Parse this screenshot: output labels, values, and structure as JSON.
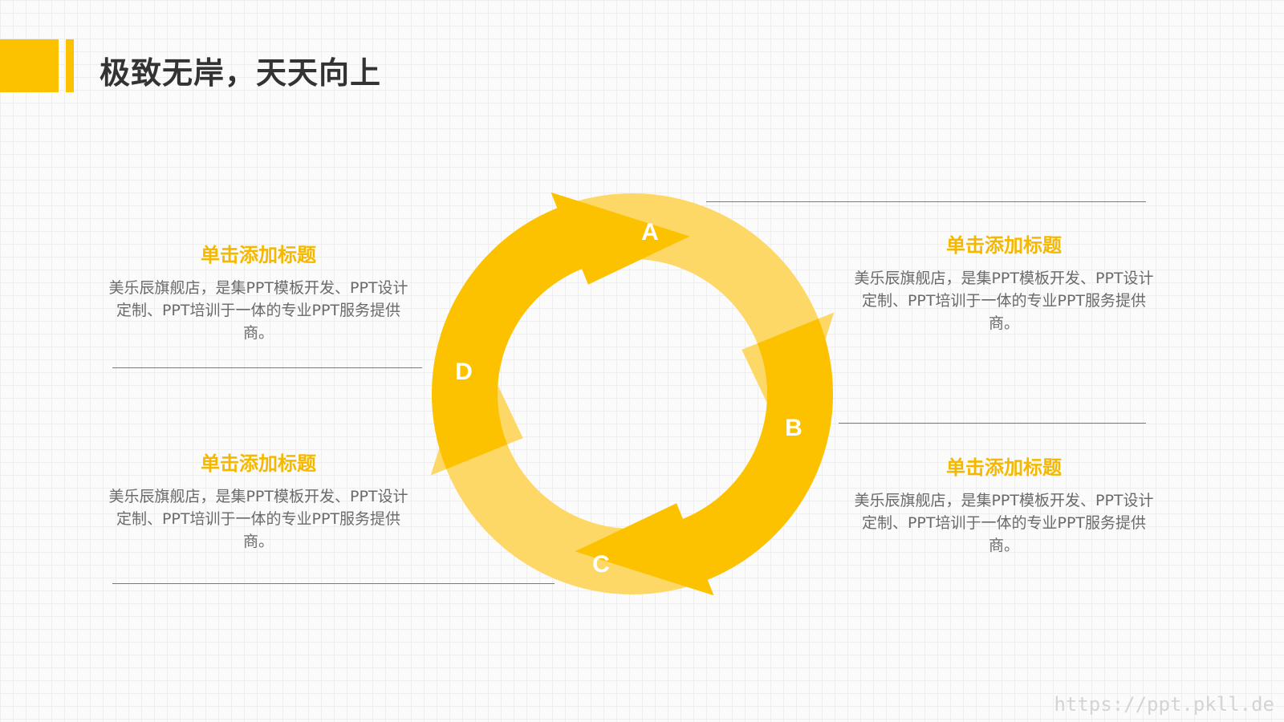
{
  "title": "极致无岸，天天向上",
  "colors": {
    "accent": "#fcc200",
    "light": "#fdd866",
    "title_text": "#f5b800",
    "body_text": "#6a6a6a"
  },
  "cycle": {
    "segments": [
      {
        "label": "A",
        "color": "#fdd866"
      },
      {
        "label": "B",
        "color": "#fcc200"
      },
      {
        "label": "C",
        "color": "#fdd866"
      },
      {
        "label": "D",
        "color": "#fcc200"
      }
    ]
  },
  "blocks": {
    "top_left": {
      "title": "单击添加标题",
      "body": "美乐辰旗舰店，是集PPT模板开发、PPT设计定制、PPT培训于一体的专业PPT服务提供商。"
    },
    "bottom_left": {
      "title": "单击添加标题",
      "body": "美乐辰旗舰店，是集PPT模板开发、PPT设计定制、PPT培训于一体的专业PPT服务提供商。"
    },
    "top_right": {
      "title": "单击添加标题",
      "body": "美乐辰旗舰店，是集PPT模板开发、PPT设计定制、PPT培训于一体的专业PPT服务提供商。"
    },
    "bottom_right": {
      "title": "单击添加标题",
      "body": "美乐辰旗舰店，是集PPT模板开发、PPT设计定制、PPT培训于一体的专业PPT服务提供商。"
    }
  },
  "watermark": "https://ppt.pkll.de"
}
